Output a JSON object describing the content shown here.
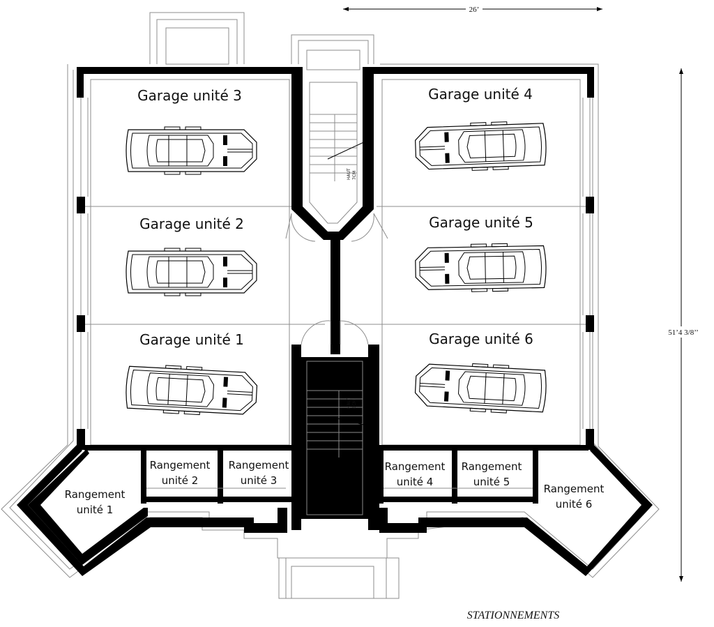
{
  "plan": {
    "title": "STATIONNEMENTS",
    "dimensions": {
      "width": "26’",
      "height": "51’4 3/8’’"
    },
    "garages": [
      {
        "id": 3,
        "label": "Garage unité 3",
        "side": "left",
        "row": 0
      },
      {
        "id": 4,
        "label": "Garage unité 4",
        "side": "right",
        "row": 0
      },
      {
        "id": 2,
        "label": "Garage unité 2",
        "side": "left",
        "row": 1
      },
      {
        "id": 5,
        "label": "Garage unité 5",
        "side": "right",
        "row": 1
      },
      {
        "id": 1,
        "label": "Garage unité 1",
        "side": "left",
        "row": 2
      },
      {
        "id": 6,
        "label": "Garage unité 6",
        "side": "right",
        "row": 2
      }
    ],
    "storage": [
      {
        "id": 1,
        "line1": "Rangement",
        "line2": "unité 1"
      },
      {
        "id": 2,
        "line1": "Rangement",
        "line2": "unité 2"
      },
      {
        "id": 3,
        "line1": "Rangement",
        "line2": "unité 3"
      },
      {
        "id": 4,
        "line1": "Rangement",
        "line2": "unité 4"
      },
      {
        "id": 5,
        "line1": "Rangement",
        "line2": "unité 5"
      },
      {
        "id": 6,
        "line1": "Rangement",
        "line2": "unité 6"
      }
    ],
    "stair_notes": [
      {
        "line1": "HAUT",
        "line2": "7CM"
      },
      {
        "line1": "HAUT",
        "line2": "8CM"
      }
    ]
  }
}
